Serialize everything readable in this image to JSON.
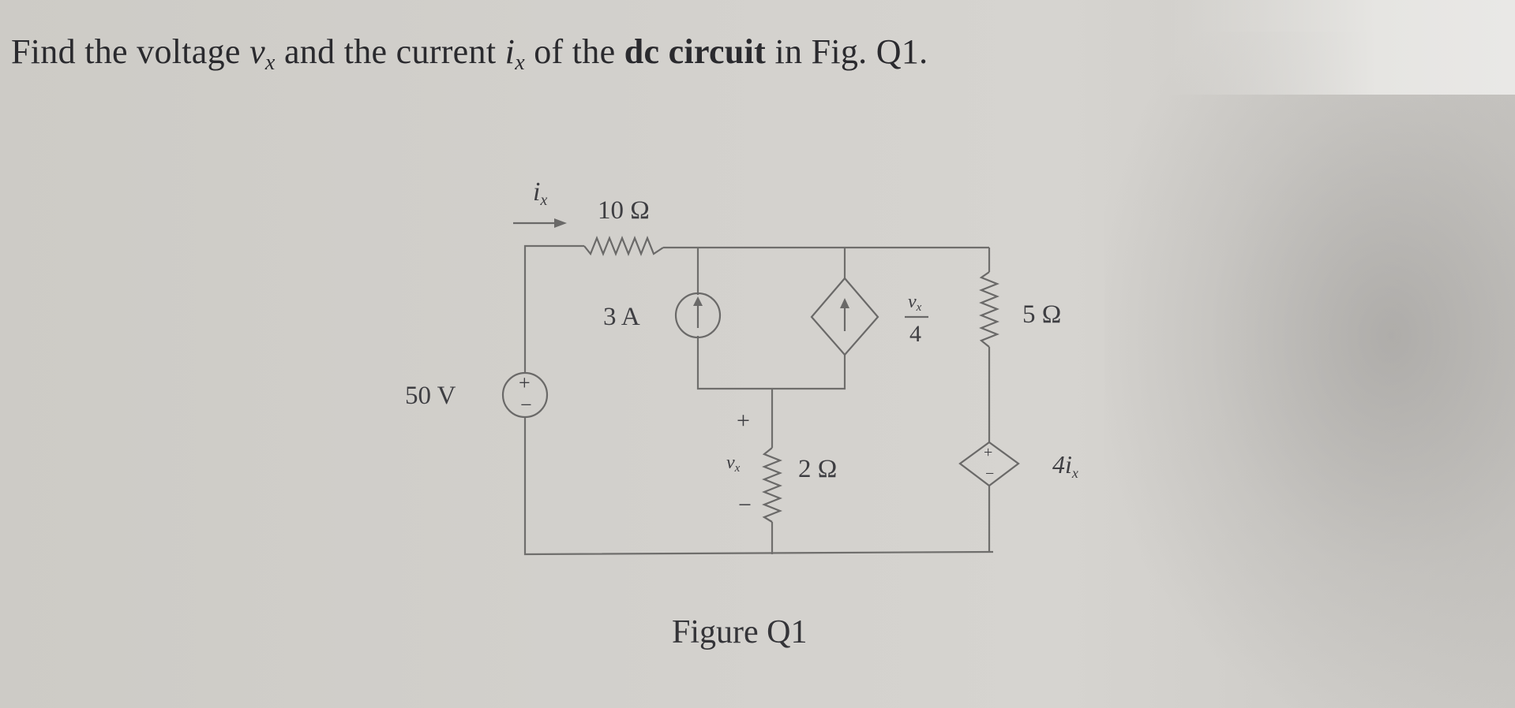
{
  "problem": {
    "part1": "Find the voltage",
    "vx_var": "v",
    "vx_sub": "x",
    "part2": "and the current",
    "ix_var": "i",
    "ix_sub": "x",
    "part3": "of the",
    "bold": "dc circuit",
    "part4": "in Fig. Q1."
  },
  "circuit": {
    "ix_label": "i",
    "ix_sub": "x",
    "r1_label": "10 Ω",
    "source_label": "50 V",
    "current_source_label": "3 A",
    "dep_current_num": "v",
    "dep_current_num_sub": "x",
    "dep_current_den": "4",
    "r2_label": "2 Ω",
    "vx_plus": "+",
    "vx_label": "v",
    "vx_label_sub": "x",
    "vx_minus": "−",
    "r3_label": "5 Ω",
    "dep_voltage_label": "4i",
    "dep_voltage_sub": "x",
    "plus_sign": "+",
    "minus_sign": "−"
  },
  "caption": "Figure Q1"
}
